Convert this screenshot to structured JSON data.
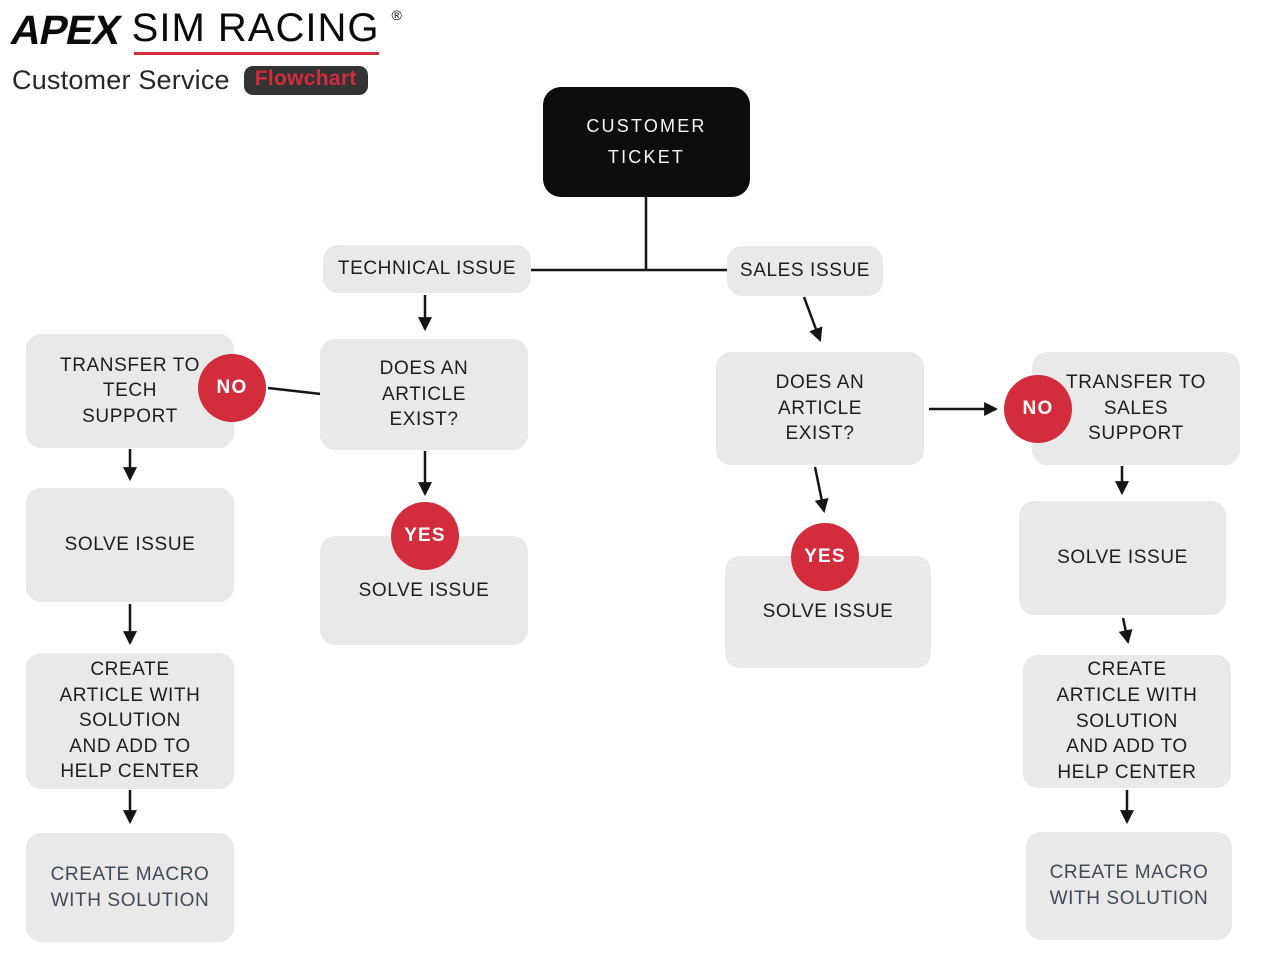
{
  "header": {
    "logo": {
      "apex": "APEX",
      "rest": "SIM RACING",
      "registered": "®"
    },
    "subtitle": "Customer Service",
    "badge": "Flowchart"
  },
  "colors": {
    "accent_red": "#d22c3d",
    "node_gray": "#e9e9e9",
    "node_black": "#0d0d0d",
    "badge_bg": "#333333",
    "macro_text": "#414958",
    "line_black": "#151515"
  },
  "nodes": {
    "customer_ticket": {
      "label": "CUSTOMER\nTICKET"
    },
    "technical_issue": {
      "label": "TECHNICAL ISSUE"
    },
    "sales_issue": {
      "label": "SALES ISSUE"
    },
    "transfer_tech": {
      "label": "TRANSFER TO\nTECH\nSUPPORT"
    },
    "does_article_tech": {
      "label": "DOES AN\nARTICLE\nEXIST?"
    },
    "no_tech": {
      "label": "NO"
    },
    "yes_tech": {
      "label": "YES"
    },
    "solve_tech_no": {
      "label": "SOLVE ISSUE"
    },
    "solve_tech_yes": {
      "label": "SOLVE ISSUE"
    },
    "create_article_tech": {
      "label": "CREATE\nARTICLE WITH\nSOLUTION\nAND ADD TO\nHELP CENTER"
    },
    "create_macro_tech": {
      "label": "CREATE MACRO\nWITH SOLUTION"
    },
    "does_article_sales": {
      "label": "DOES AN\nARTICLE\nEXIST?"
    },
    "no_sales": {
      "label": "NO"
    },
    "yes_sales": {
      "label": "YES"
    },
    "transfer_sales": {
      "label": "TRANSFER TO\nSALES\nSUPPORT"
    },
    "solve_sales_no": {
      "label": "SOLVE ISSUE"
    },
    "solve_sales_yes": {
      "label": "SOLVE ISSUE"
    },
    "create_article_sales": {
      "label": "CREATE\nARTICLE WITH\nSOLUTION\nAND ADD TO\nHELP CENTER"
    },
    "create_macro_sales": {
      "label": "CREATE MACRO\nWITH SOLUTION"
    }
  }
}
